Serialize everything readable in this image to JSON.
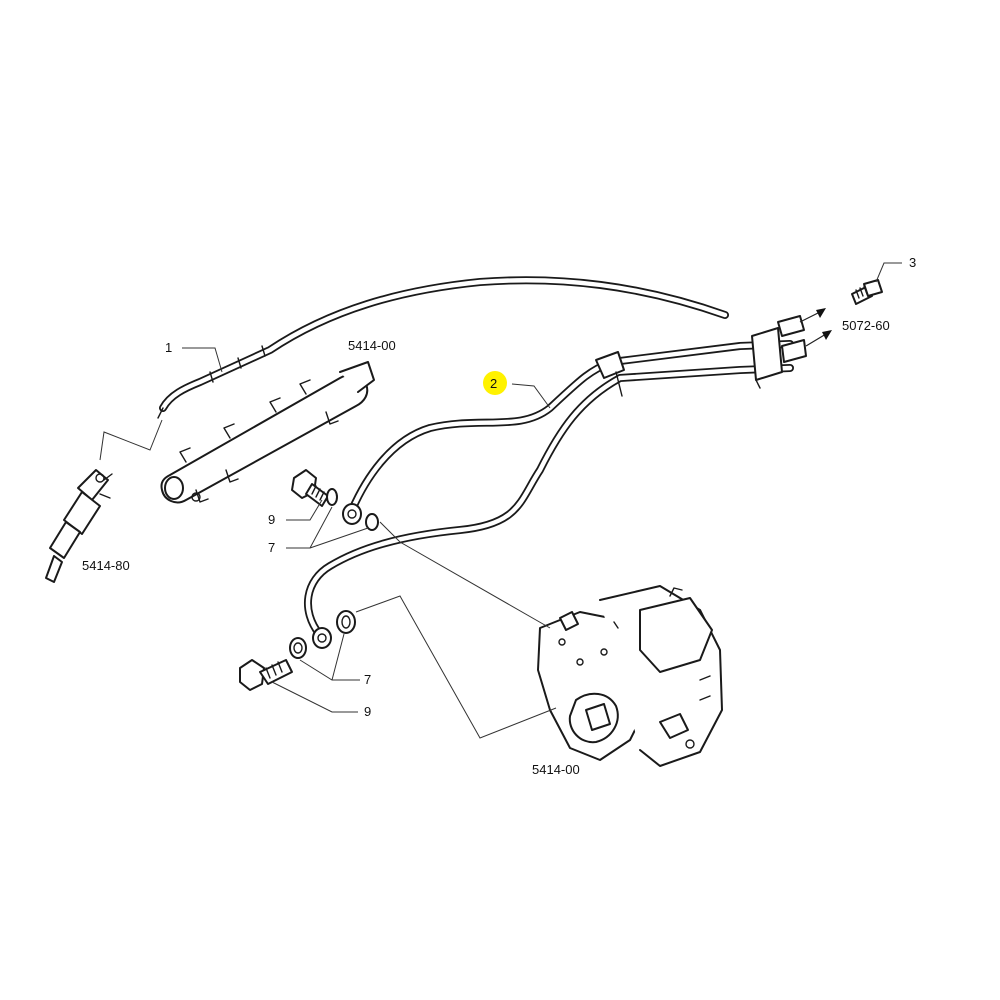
{
  "callouts": {
    "item_1": "1",
    "item_2": "2",
    "item_3": "3",
    "item_7_upper": "7",
    "item_7_lower": "7",
    "item_9_upper": "9",
    "item_9_lower": "9"
  },
  "references": {
    "rail_ref": "5414-00",
    "injector_ref": "5414-80",
    "pump_ref": "5414-00",
    "outlet_ref": "5072-60"
  },
  "colors": {
    "highlight": "#fff200",
    "line": "#1a1a1a",
    "background": "#ffffff"
  }
}
